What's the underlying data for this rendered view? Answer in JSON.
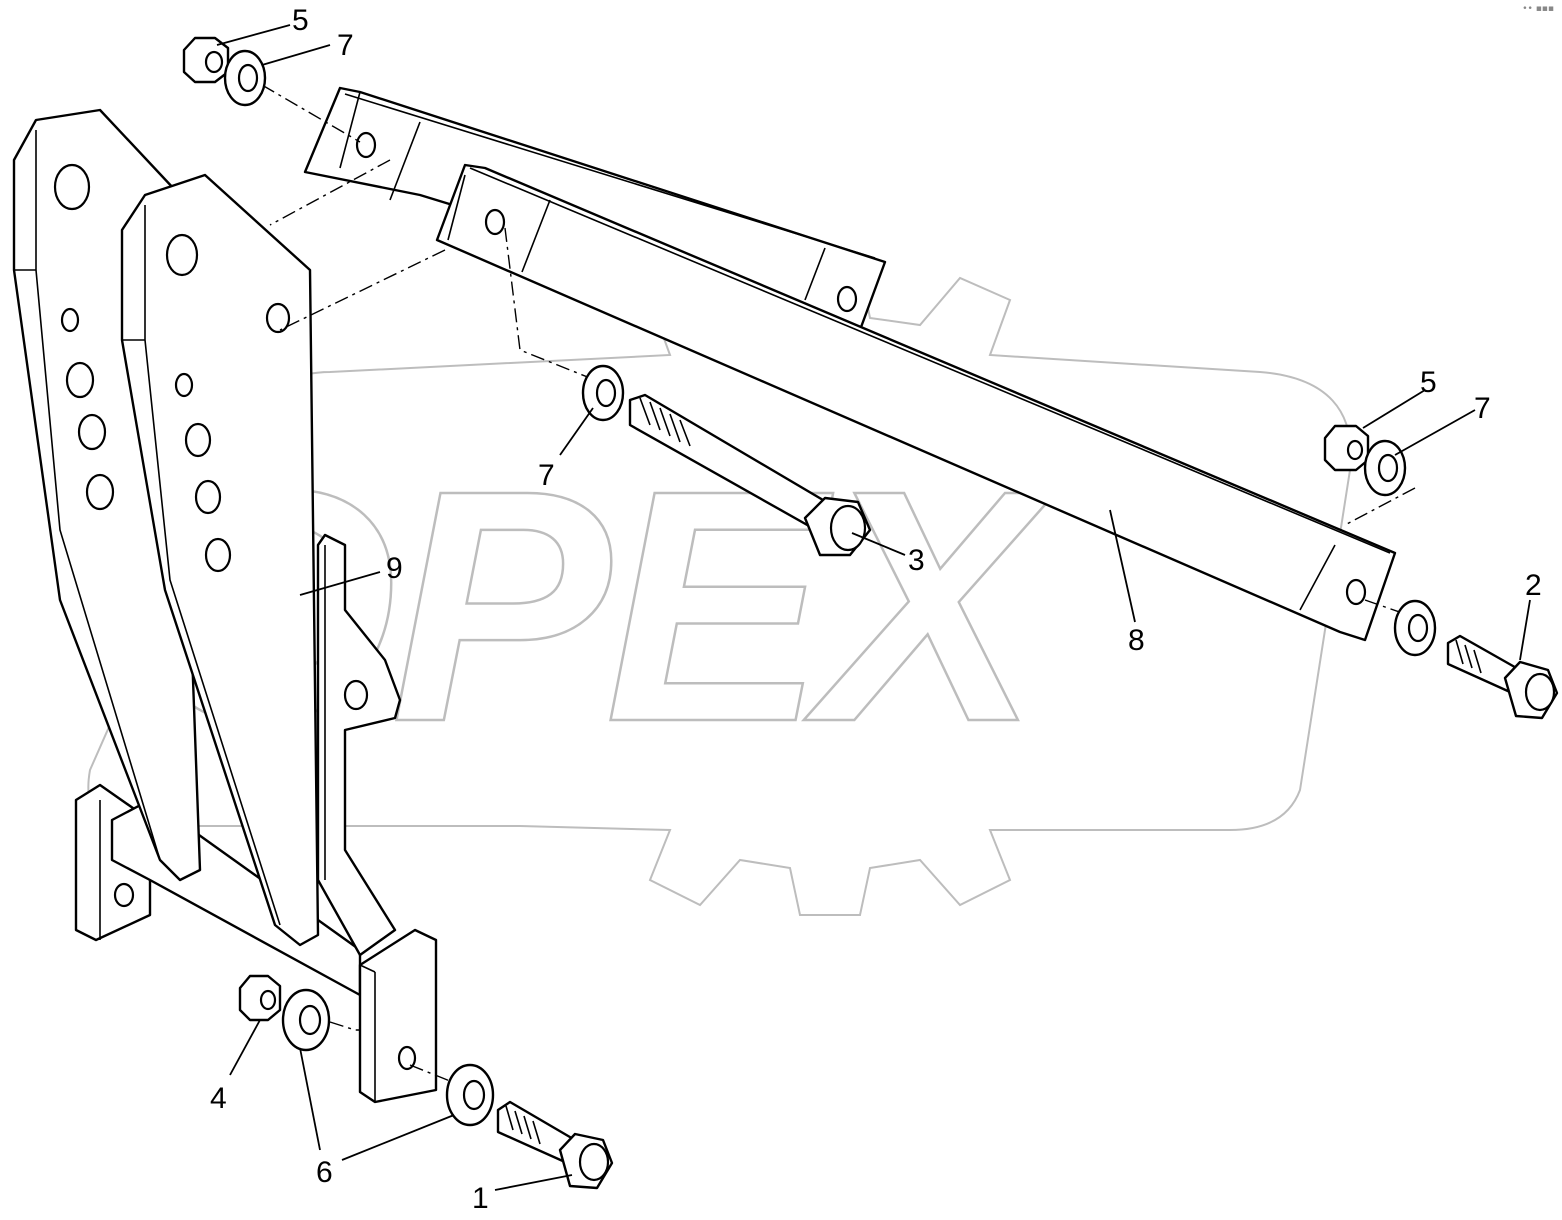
{
  "watermark": {
    "text": "OPEX"
  },
  "diagram": {
    "type": "exploded parts diagram",
    "callouts": [
      {
        "id": "c1",
        "label": "1"
      },
      {
        "id": "c2",
        "label": "2"
      },
      {
        "id": "c3",
        "label": "3"
      },
      {
        "id": "c4",
        "label": "4"
      },
      {
        "id": "c5a",
        "label": "5"
      },
      {
        "id": "c5b",
        "label": "5"
      },
      {
        "id": "c6",
        "label": "6"
      },
      {
        "id": "c7a",
        "label": "7"
      },
      {
        "id": "c7b",
        "label": "7"
      },
      {
        "id": "c7c",
        "label": "7"
      },
      {
        "id": "c8",
        "label": "8"
      },
      {
        "id": "c9",
        "label": "9"
      }
    ]
  },
  "corner_mark": "•• ▪▪▪"
}
